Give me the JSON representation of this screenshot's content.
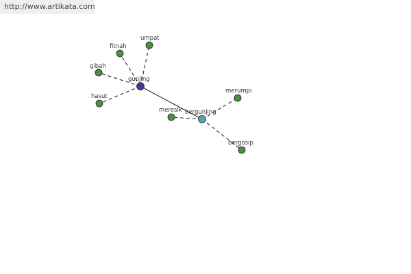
{
  "header": {
    "url": "http://www.artikata.com"
  },
  "colors": {
    "leaf": "#4d8f3c",
    "hub_primary": "#3b3f8c",
    "hub_secondary": "#5aa4ae",
    "edge": "#111111",
    "label": "#333333"
  },
  "graph": {
    "nodes": [
      {
        "id": "gunjing",
        "label": "gunjing",
        "role": "hub_primary"
      },
      {
        "id": "bergunjing",
        "label": "bergunjing",
        "role": "hub_secondary"
      },
      {
        "id": "fitnah",
        "label": "fitnah",
        "role": "leaf"
      },
      {
        "id": "umpat",
        "label": "umpat",
        "role": "leaf"
      },
      {
        "id": "gibah",
        "label": "gibah",
        "role": "leaf"
      },
      {
        "id": "hasut",
        "label": "hasut",
        "role": "leaf"
      },
      {
        "id": "meresik",
        "label": "meresik",
        "role": "leaf"
      },
      {
        "id": "merumpi",
        "label": "merumpi",
        "role": "leaf"
      },
      {
        "id": "bergosip",
        "label": "bergosip",
        "role": "leaf"
      }
    ],
    "edges": [
      {
        "from": "gunjing",
        "to": "bergunjing",
        "style": "solid"
      },
      {
        "from": "gunjing",
        "to": "fitnah",
        "style": "dashed"
      },
      {
        "from": "gunjing",
        "to": "umpat",
        "style": "dashed"
      },
      {
        "from": "gunjing",
        "to": "gibah",
        "style": "dashed"
      },
      {
        "from": "gunjing",
        "to": "hasut",
        "style": "dashed"
      },
      {
        "from": "bergunjing",
        "to": "meresik",
        "style": "dashed"
      },
      {
        "from": "bergunjing",
        "to": "merumpi",
        "style": "dashed"
      },
      {
        "from": "bergunjing",
        "to": "bergosip",
        "style": "dashed"
      }
    ]
  }
}
